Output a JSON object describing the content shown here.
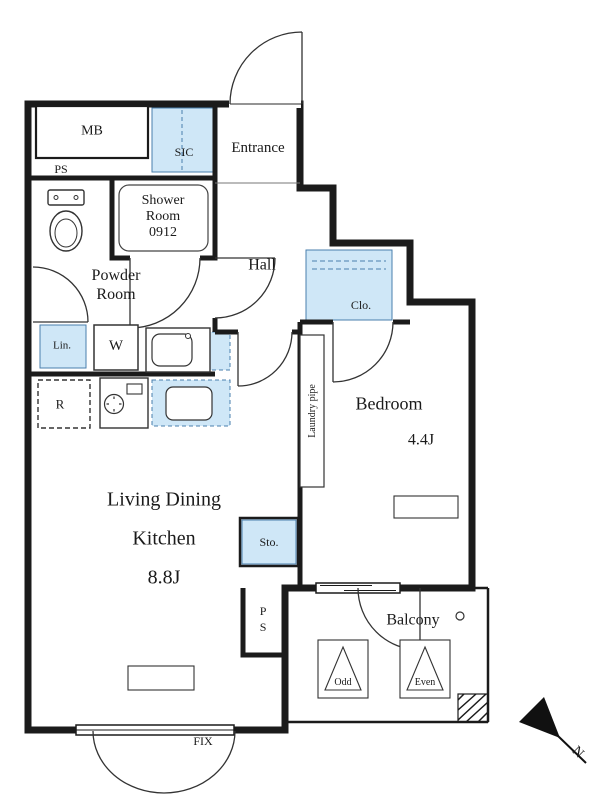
{
  "floorplan": {
    "colors": {
      "highlight": "#cfe7f7",
      "wall": "#1b1b1b",
      "arc": "#333333"
    },
    "rooms": {
      "entrance": "Entrance",
      "hall": "Hall",
      "shower_room": "Shower\nRoom\n0912",
      "powder_room": "Powder\nRoom",
      "bedroom": "Bedroom",
      "bedroom_size": "4.4J",
      "ldk": "Living Dining\nKitchen\n8.8J",
      "balcony": "Balcony"
    },
    "fixtures": {
      "meter_box": "MB",
      "pipe_space_top": "PS",
      "shoe_closet": "SIC",
      "closet": "Clo.",
      "linen": "Lin.",
      "washer": "W",
      "refrigerator": "R",
      "laundry_pipe": "Laundry pipe",
      "storage": "Sto.",
      "pipe_space_bottom": "PS",
      "odd": "Odd",
      "even": "Even",
      "fixed_window": "FIX",
      "north": "N"
    }
  }
}
